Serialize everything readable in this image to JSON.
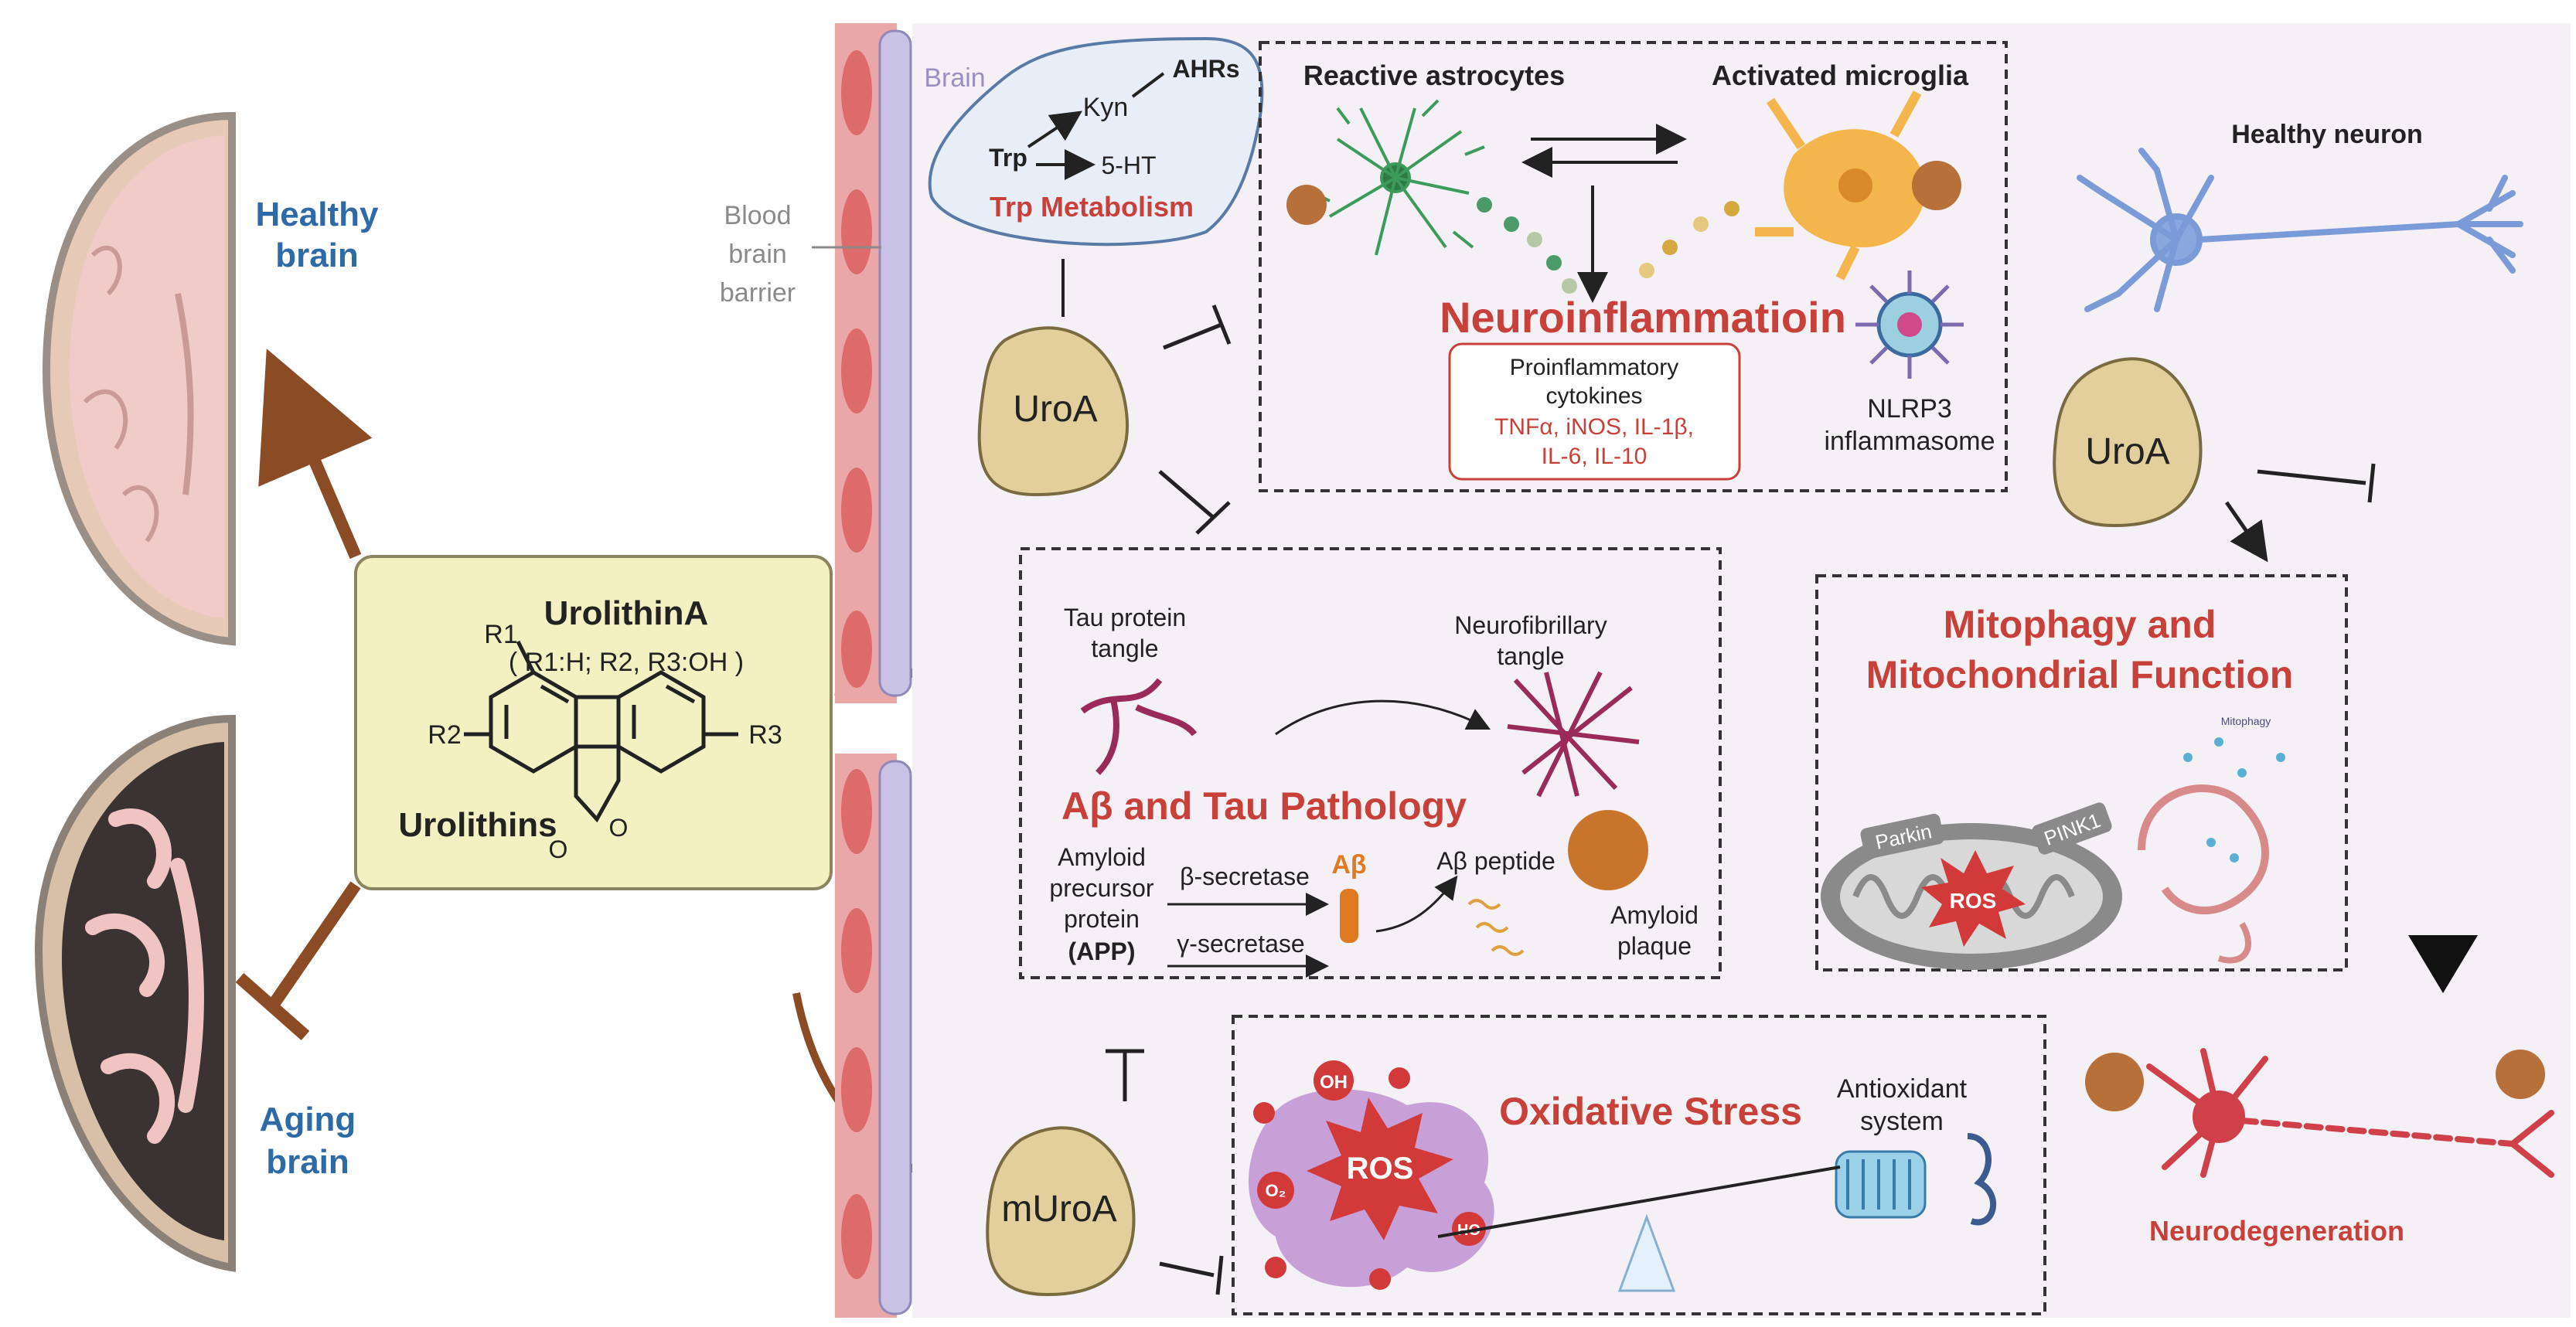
{
  "left": {
    "healthy_brain": [
      "Healthy",
      "brain"
    ],
    "aging_brain": [
      "Aging",
      "brain"
    ]
  },
  "urolithin_box": {
    "title": "UrolithinA",
    "substituents": "( R1:H; R2, R3:OH )",
    "r1": "R1",
    "r2": "R2",
    "r3": "R3",
    "oxygen_ring": "O",
    "oxygen_carbonyl": "O",
    "name": "Urolithins"
  },
  "bbb": {
    "brain_label": "Brain",
    "label": [
      "Blood",
      "brain",
      "barrier"
    ]
  },
  "trp": {
    "trp": "Trp",
    "kyn": "Kyn",
    "ahrs": "AHRs",
    "ht": "5-HT",
    "title": "Trp Metabolism"
  },
  "neuroinflammation": {
    "astrocytes": "Reactive astrocytes",
    "microglia": "Activated microglia",
    "title": "Neuroinflammatioin",
    "cytokines_title": [
      "Proinflammatory",
      "cytokines"
    ],
    "cytokines_list": [
      "TNFα, iNOS, IL-1β,",
      "IL-6, IL-10"
    ],
    "nlrp3": [
      "NLRP3",
      "inflammasome"
    ]
  },
  "uroa_labels": {
    "uroa_mid": "UroA",
    "uroa_right": "UroA",
    "muroa": "mUroA"
  },
  "abeta": {
    "tau": [
      "Tau protein",
      "tangle"
    ],
    "nft": [
      "Neurofibrillary",
      "tangle"
    ],
    "title": "Aβ and Tau Pathology",
    "app": [
      "Amyloid",
      "precursor",
      "protein",
      "(APP)"
    ],
    "beta_secretase": "β-secretase",
    "gamma_secretase": "γ-secretase",
    "abeta": "Aβ",
    "peptide": "Aβ peptide",
    "plaque": [
      "Amyloid",
      "plaque"
    ]
  },
  "mito": {
    "title": [
      "Mitophagy and",
      "Mitochondrial Function"
    ],
    "parkin": "Parkin",
    "pink1": "PINK1",
    "ros": "ROS",
    "mitophagy_small": "Mitophagy"
  },
  "oxidative": {
    "title": "Oxidative Stress",
    "antioxidant": [
      "Antioxidant",
      "system"
    ],
    "ros": "ROS",
    "oh": "OH",
    "o2": "O₂",
    "ho": "HO"
  },
  "right": {
    "healthy_neuron": "Healthy neuron",
    "neurodegeneration": "Neurodegeneration"
  },
  "colors": {
    "brown_arrow": "#8b4b24",
    "title_red": "#c8403a",
    "brain_blue": "#2e6aa6",
    "uro_fill": "#e2cf9b",
    "panel_bg": "#f4f0f6",
    "box_fill": "#f3f0c2"
  }
}
